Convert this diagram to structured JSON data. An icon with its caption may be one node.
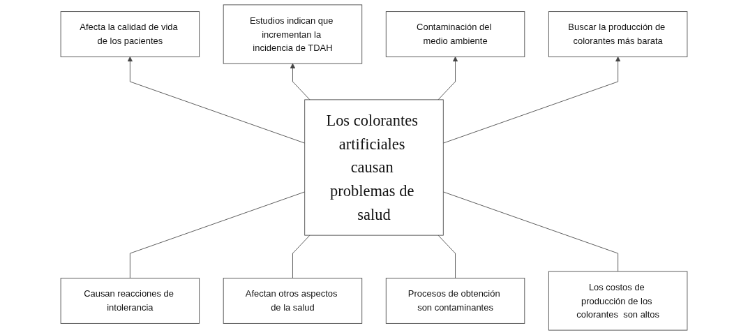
{
  "diagram": {
    "nodes": [
      {
        "text": [
          "Afecta la calidad de vida de los pacientes"
        ]
      },
      {
        "text": [
          "Estudios indican que incrementan la incidencia de TDAH"
        ]
      },
      {
        "text": [
          "Contaminación del medio ambiente"
        ]
      },
      {
        "text": [
          "Buscar la producción de colorantes más barata"
        ]
      },
      {
        "text": [
          "Los colorantes artificiales causan problemas de salud"
        ]
      },
      {
        "text": [
          "Causan reacciones de intolerancia"
        ]
      },
      {
        "text": [
          "Afectan otros aspectos de la salud"
        ]
      },
      {
        "text": [
          "Procesos de obtención son contaminantes"
        ]
      },
      {
        "text": [
          "Los costos de producción de los colorantes  son altos"
        ]
      }
    ],
    "edges": [
      {
        "from": 4,
        "to": 0,
        "arrow": "to"
      },
      {
        "from": 4,
        "to": 1,
        "arrow": "to"
      },
      {
        "from": 4,
        "to": 2,
        "arrow": "to"
      },
      {
        "from": 4,
        "to": 3,
        "arrow": "to"
      },
      {
        "from": 5,
        "to": 4,
        "arrow": "none"
      },
      {
        "from": 6,
        "to": 4,
        "arrow": "none"
      },
      {
        "from": 7,
        "to": 4,
        "arrow": "none"
      },
      {
        "from": 8,
        "to": 4,
        "arrow": "none"
      }
    ]
  }
}
